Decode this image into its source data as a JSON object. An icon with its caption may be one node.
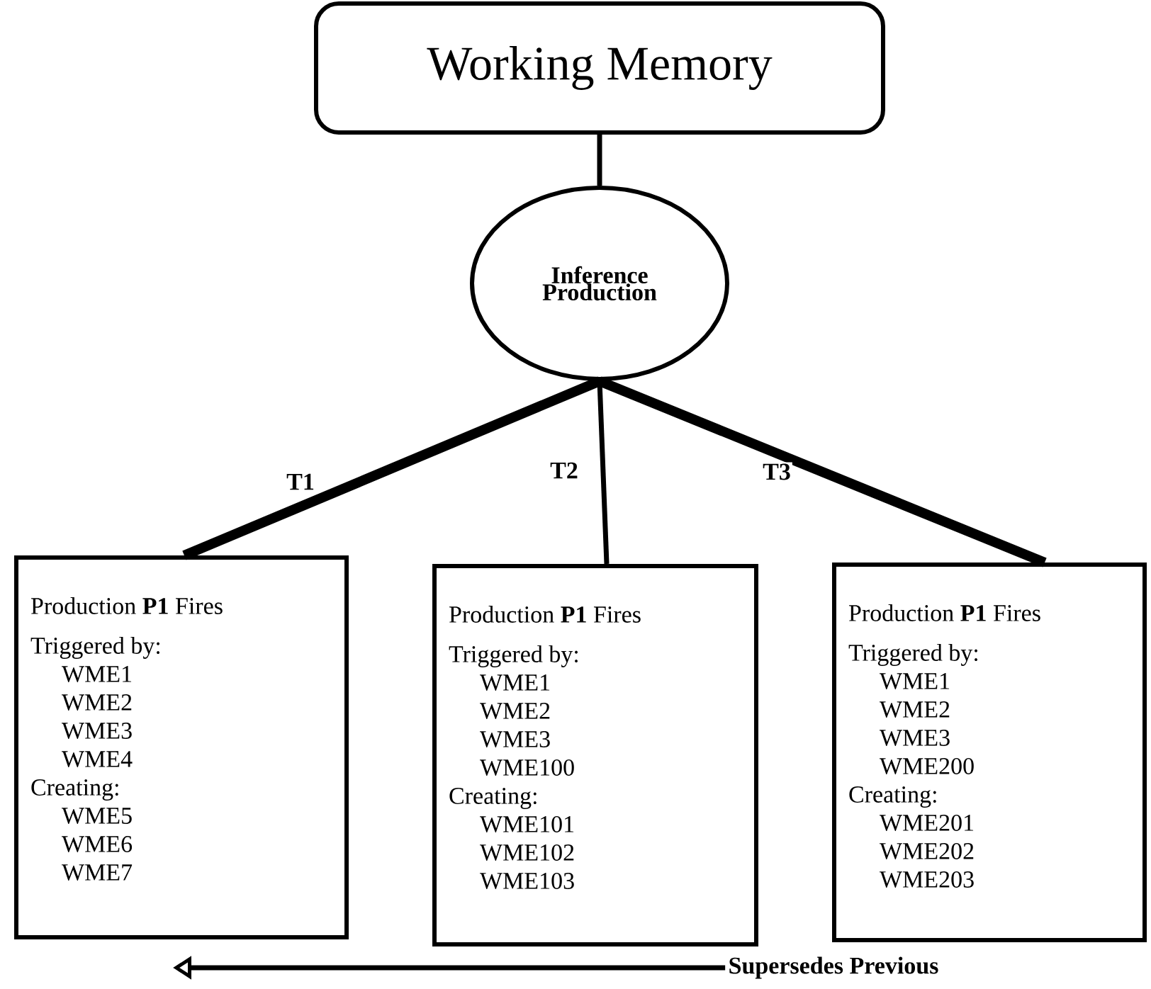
{
  "diagram": {
    "nodes": [
      {
        "text": [
          "Working Memory"
        ]
      },
      {
        "text": [
          "Inference Production"
        ]
      },
      {
        "text": [
          "Production **P1** Fires",
          "Triggered by:",
          "WME1",
          "WME2",
          "WME3",
          "WME4",
          "Creating:",
          "WME5",
          "WME6",
          "WME7"
        ]
      },
      {
        "text": [
          "Production **P1** Fires",
          "Triggered by:",
          "WME1",
          "WME2",
          "WME3",
          "WME100",
          "Creating:",
          "WME101",
          "WME102",
          "WME103"
        ]
      },
      {
        "text": [
          "Production **P1** Fires",
          "Triggered by:",
          "WME1",
          "WME2",
          "WME3",
          "WME200",
          "Creating:",
          "WME201",
          "WME202",
          "WME203"
        ]
      },
      {
        "text": [
          "Supersedes Previous"
        ]
      }
    ],
    "edges": [
      {
        "from": 0,
        "to": 1,
        "arrow": "none"
      },
      {
        "from": 1,
        "to": 2,
        "arrow": "none",
        "label": "T1",
        "style": "thick"
      },
      {
        "from": 1,
        "to": 3,
        "arrow": "none",
        "label": "T2"
      },
      {
        "from": 1,
        "to": 4,
        "arrow": "none",
        "label": "T3",
        "style": "thick"
      },
      {
        "from": 5,
        "to": null,
        "arrow": "to"
      }
    ]
  }
}
